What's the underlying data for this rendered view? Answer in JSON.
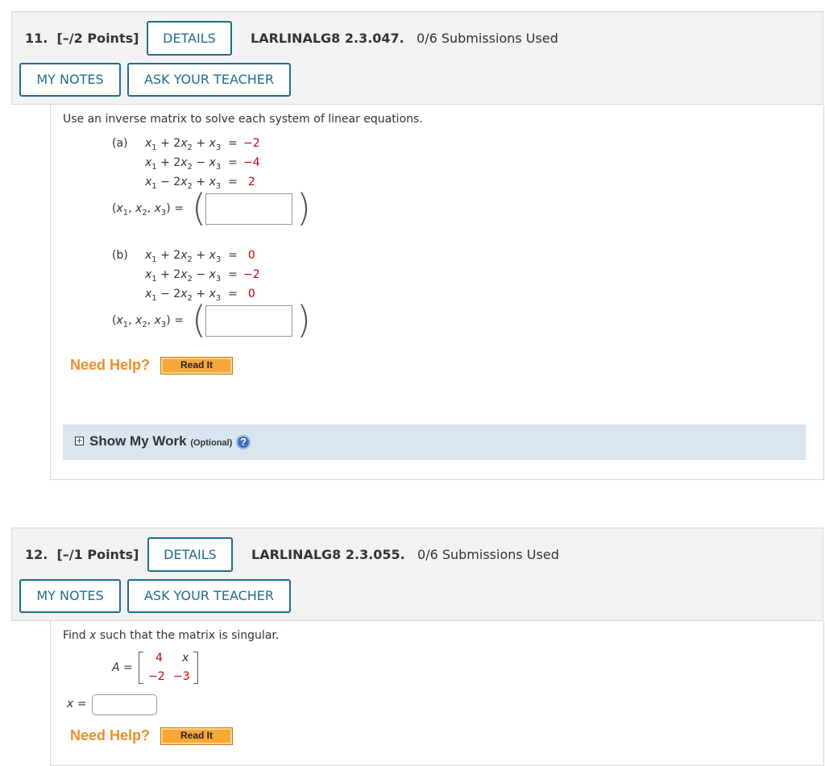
{
  "q11": {
    "number": "11.",
    "points": "[–/2 Points]",
    "details_label": "DETAILS",
    "ref_code": "LARLINALG8 2.3.047.",
    "submissions": "0/6 Submissions Used",
    "my_notes_label": "MY NOTES",
    "ask_teacher_label": "ASK YOUR TEACHER",
    "instructions": "Use an inverse matrix to solve each system of linear equations.",
    "part_a": {
      "label": "(a)",
      "rhs": [
        "−2",
        "−4",
        "2"
      ],
      "answer_value": ""
    },
    "part_b": {
      "label": "(b)",
      "rhs": [
        "0",
        "−2",
        "0"
      ],
      "answer_value": ""
    },
    "tuple_label": "(x1, x2, x3) =",
    "need_help": "Need Help?",
    "read_it": "Read It",
    "show_my_work": "Show My Work",
    "optional": "(Optional)",
    "help_icon": "?"
  },
  "q12": {
    "number": "12.",
    "points": "[–/1 Points]",
    "details_label": "DETAILS",
    "ref_code": "LARLINALG8 2.3.055.",
    "submissions": "0/6 Submissions Used",
    "my_notes_label": "MY NOTES",
    "ask_teacher_label": "ASK YOUR TEACHER",
    "instructions_pre": "Find ",
    "instructions_var": "x",
    "instructions_post": " such that the matrix is singular.",
    "matrix_label": "A =",
    "matrix": [
      [
        "4",
        "x"
      ],
      [
        "−2",
        "−3"
      ]
    ],
    "x_label": "x =",
    "answer_value": "",
    "need_help": "Need Help?",
    "read_it": "Read It"
  },
  "colors": {
    "accent": "#1f6e8c",
    "given_values": "#cc0000",
    "need_help": "#f28c28",
    "read_it_bg": "#f7a838",
    "show_work_bg": "#d9e5ef"
  }
}
